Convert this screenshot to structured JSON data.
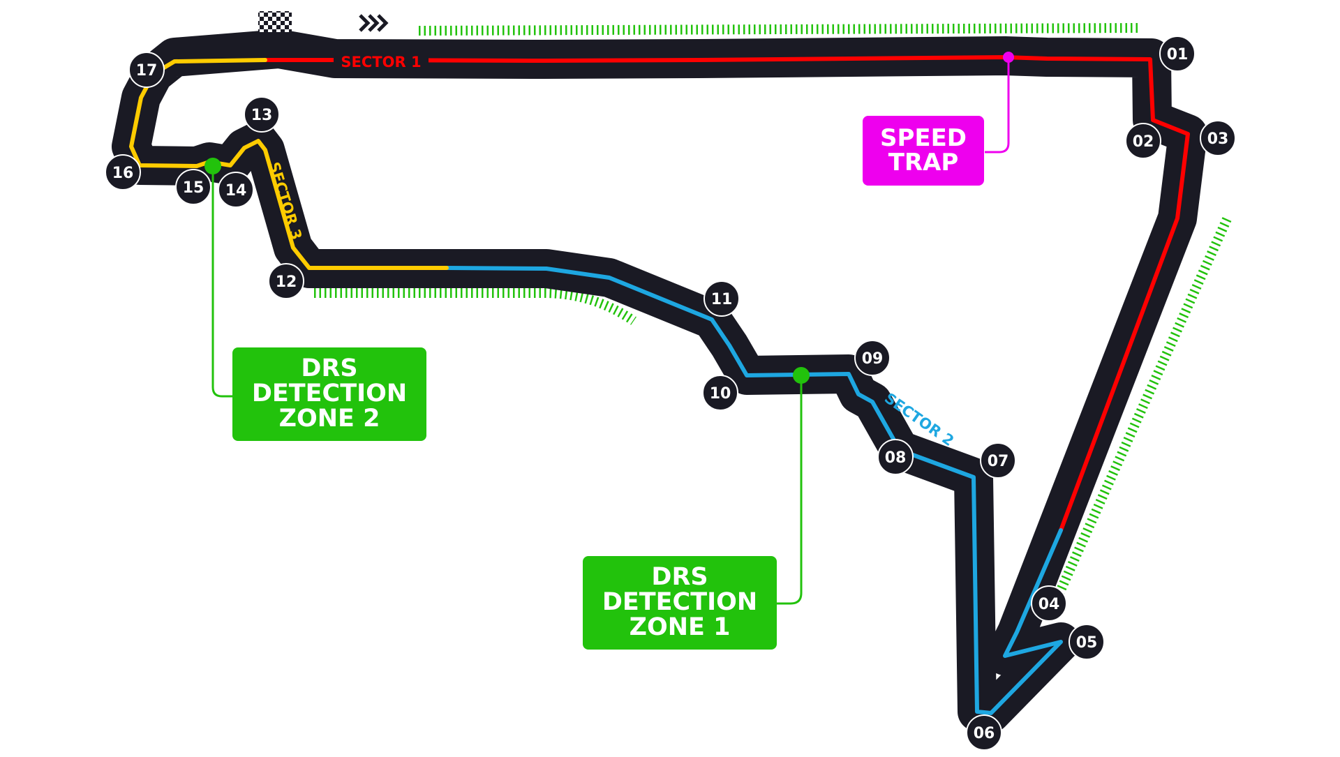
{
  "colors": {
    "track": "#1a1a24",
    "sector_1": "#ff0000",
    "sector_2": "#1ea7e1",
    "sector_3": "#ffcc00",
    "drs": "#22c20c",
    "speed_trap": "#ee00ee",
    "label_text": "#ffffff"
  },
  "sectors": [
    {
      "id": "sector-1",
      "label": "SECTOR 1"
    },
    {
      "id": "sector-2",
      "label": "SECTOR 2"
    },
    {
      "id": "sector-3",
      "label": "SECTOR 3"
    }
  ],
  "turns": [
    "01",
    "02",
    "03",
    "04",
    "05",
    "06",
    "07",
    "08",
    "09",
    "10",
    "11",
    "12",
    "13",
    "14",
    "15",
    "16",
    "17"
  ],
  "labels": {
    "speed_trap": [
      "SPEED",
      "TRAP"
    ],
    "drs_zone_1": [
      "DRS",
      "DETECTION",
      "ZONE 1"
    ],
    "drs_zone_2": [
      "DRS",
      "DETECTION",
      "ZONE 2"
    ]
  },
  "icons": {
    "start_finish": "chequered-flag-icon",
    "direction": "triple-chevron-right-icon"
  }
}
